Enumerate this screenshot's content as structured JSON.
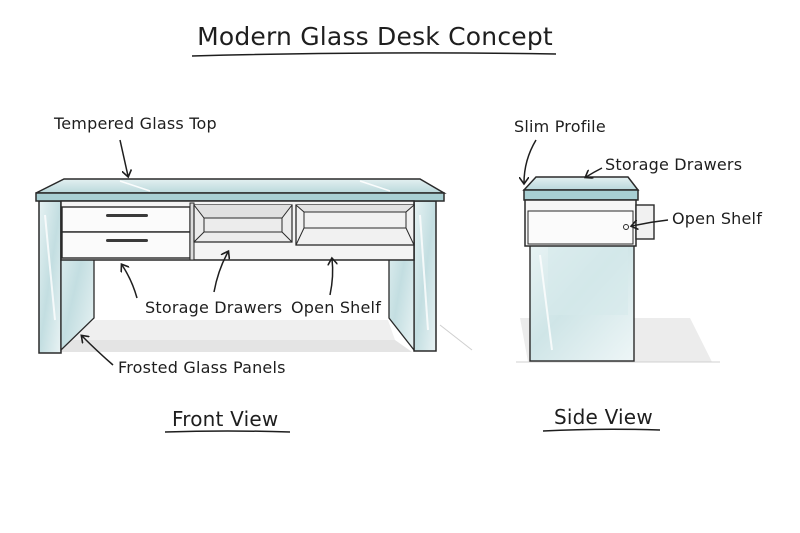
{
  "title": "Modern Glass Desk Concept",
  "front_view": {
    "caption": "Front View",
    "labels": {
      "glass_top": "Tempered Glass Top",
      "storage_drawers": "Storage Drawers",
      "open_shelf": "Open Shelf",
      "frosted_panels": "Frosted Glass Panels"
    }
  },
  "side_view": {
    "caption": "Side View",
    "labels": {
      "slim_profile": "Slim Profile",
      "storage_drawers": "Storage Drawers",
      "open_shelf": "Open Shelf"
    }
  },
  "colors": {
    "glass": "#cfe4e6",
    "glass_dark": "#a9cdd1",
    "ink": "#1e1e1e",
    "shadow": "#d8d8d8"
  }
}
